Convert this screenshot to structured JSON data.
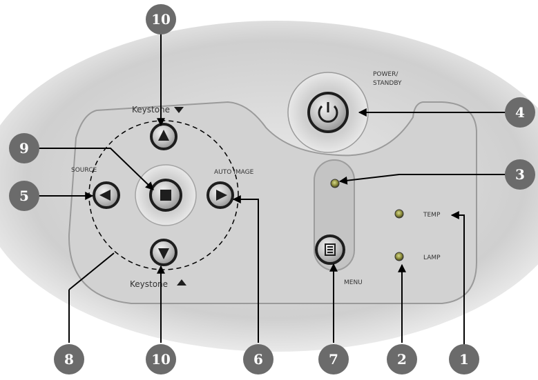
{
  "labels": {
    "power": [
      "POWER/",
      "STANDBY"
    ],
    "keystone_top": "Keystone",
    "keystone_bottom": "Keystone",
    "source": "SOURCE",
    "auto_image": "AUTO IMAGE",
    "temp": "TEMP",
    "lamp": "LAMP",
    "menu": "MENU"
  },
  "callouts": [
    "10",
    "9",
    "5",
    "4",
    "3",
    "1",
    "6",
    "7",
    "2",
    "8",
    "10"
  ],
  "colors": {
    "panel": "#d4d4d4",
    "button": "#b9bab8",
    "callout": "#6b6b6b",
    "line": "#000000"
  }
}
